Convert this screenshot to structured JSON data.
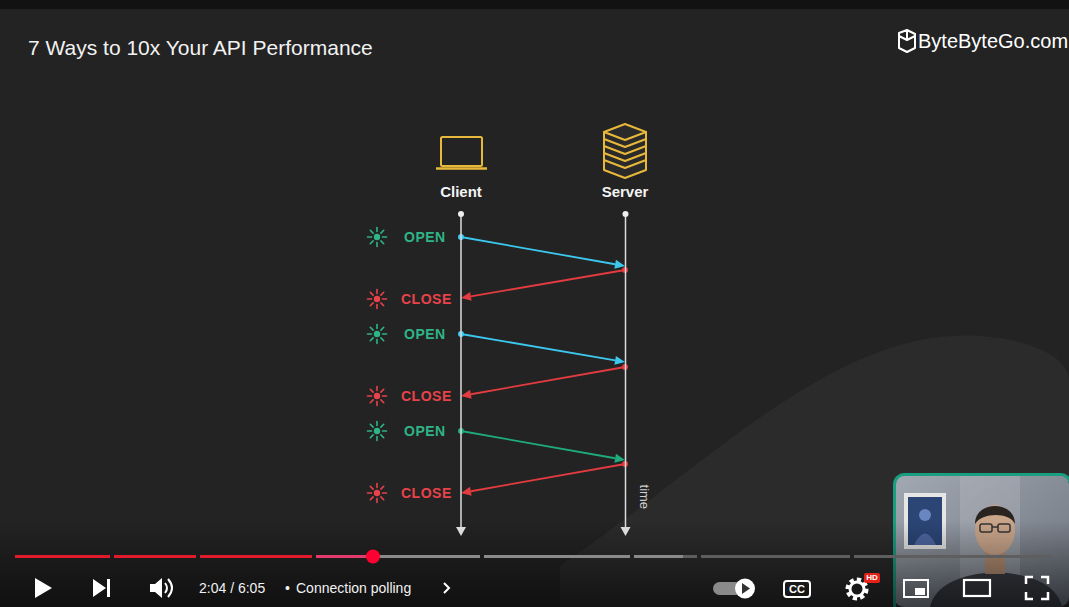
{
  "diagram": {
    "title": "7 Ways to 10x Your API Performance",
    "nodes": [
      {
        "text": [
          "Client"
        ]
      },
      {
        "text": [
          "Server"
        ]
      }
    ],
    "edges": [
      {
        "from": 0,
        "to": 1,
        "arrow": "to"
      },
      {
        "from": 1,
        "to": 0,
        "arrow": "to"
      },
      {
        "from": 0,
        "to": 1,
        "arrow": "to"
      },
      {
        "from": 1,
        "to": 0,
        "arrow": "to"
      },
      {
        "from": 0,
        "to": 1,
        "arrow": "to"
      },
      {
        "from": 1,
        "to": 0,
        "arrow": "to"
      }
    ],
    "labels": [
      "OPEN",
      "CLOSE",
      "OPEN",
      "CLOSE",
      "OPEN",
      "CLOSE",
      "time",
      "ByteByteGo.com",
      "2:04 / 6:05",
      "•",
      "Connection polling",
      "CC",
      "HD"
    ]
  }
}
